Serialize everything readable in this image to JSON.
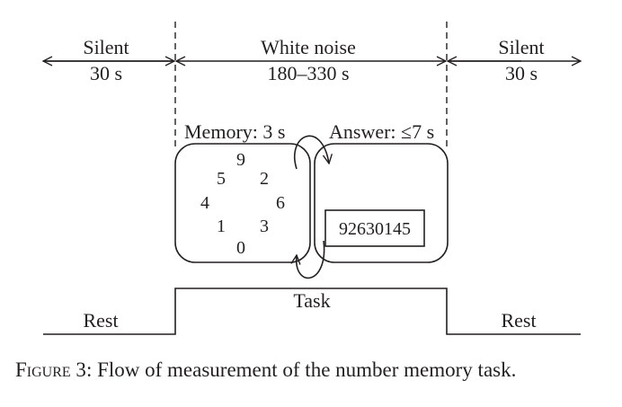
{
  "phases": [
    {
      "label": "Silent",
      "duration": "30 s"
    },
    {
      "label": "White noise",
      "duration": "180–330 s"
    },
    {
      "label": "Silent",
      "duration": "30 s"
    }
  ],
  "memory": {
    "label": "Memory: 3 s",
    "digits": [
      "9",
      "2",
      "6",
      "3",
      "0",
      "1",
      "4",
      "5"
    ]
  },
  "answer": {
    "label": "Answer: ≤7 s",
    "value": "92630145"
  },
  "timeline": {
    "rest_left": "Rest",
    "task": "Task",
    "rest_right": "Rest"
  },
  "caption": {
    "figure_label": "Figure 3",
    "text": ": Flow of measurement of the number memory task."
  }
}
